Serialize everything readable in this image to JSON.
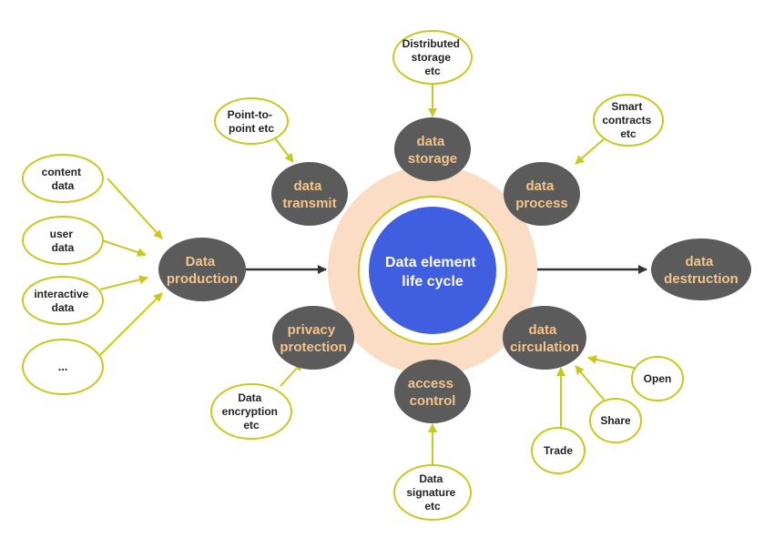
{
  "colors": {
    "dark_node": "#5b5b5b",
    "node_text": "#f4c48a",
    "ring": "#fbdcc4",
    "outline": "#c8c81e",
    "center": "#3f5fe0",
    "arrow": "#333333"
  },
  "center": {
    "lines": [
      "Data element",
      "life cycle"
    ]
  },
  "nodes": {
    "storage": [
      "data",
      "storage"
    ],
    "transmit": [
      "data",
      "transmit"
    ],
    "process": [
      "data",
      "process"
    ],
    "privacy": [
      "privacy",
      "protection"
    ],
    "access": [
      "access",
      "control"
    ],
    "circulation": [
      "data",
      "circulation"
    ],
    "production": [
      "Data",
      "production"
    ],
    "destruction": [
      "data",
      "destruction"
    ]
  },
  "bubbles": {
    "distributed": [
      "Distributed",
      "storage",
      "etc"
    ],
    "p2p": [
      "Point-to-",
      "point  etc"
    ],
    "smart": [
      "Smart",
      "contracts",
      "etc"
    ],
    "content": [
      "content",
      "data"
    ],
    "user": [
      "user",
      "data"
    ],
    "interactive": [
      "interactive",
      "data"
    ],
    "dots": [
      "..."
    ],
    "encryption": [
      "Data",
      "encryption",
      "etc"
    ],
    "signature": [
      "Data",
      "signature",
      "etc"
    ],
    "open": [
      "Open"
    ],
    "share": [
      "Share"
    ],
    "trade": [
      "Trade"
    ]
  }
}
